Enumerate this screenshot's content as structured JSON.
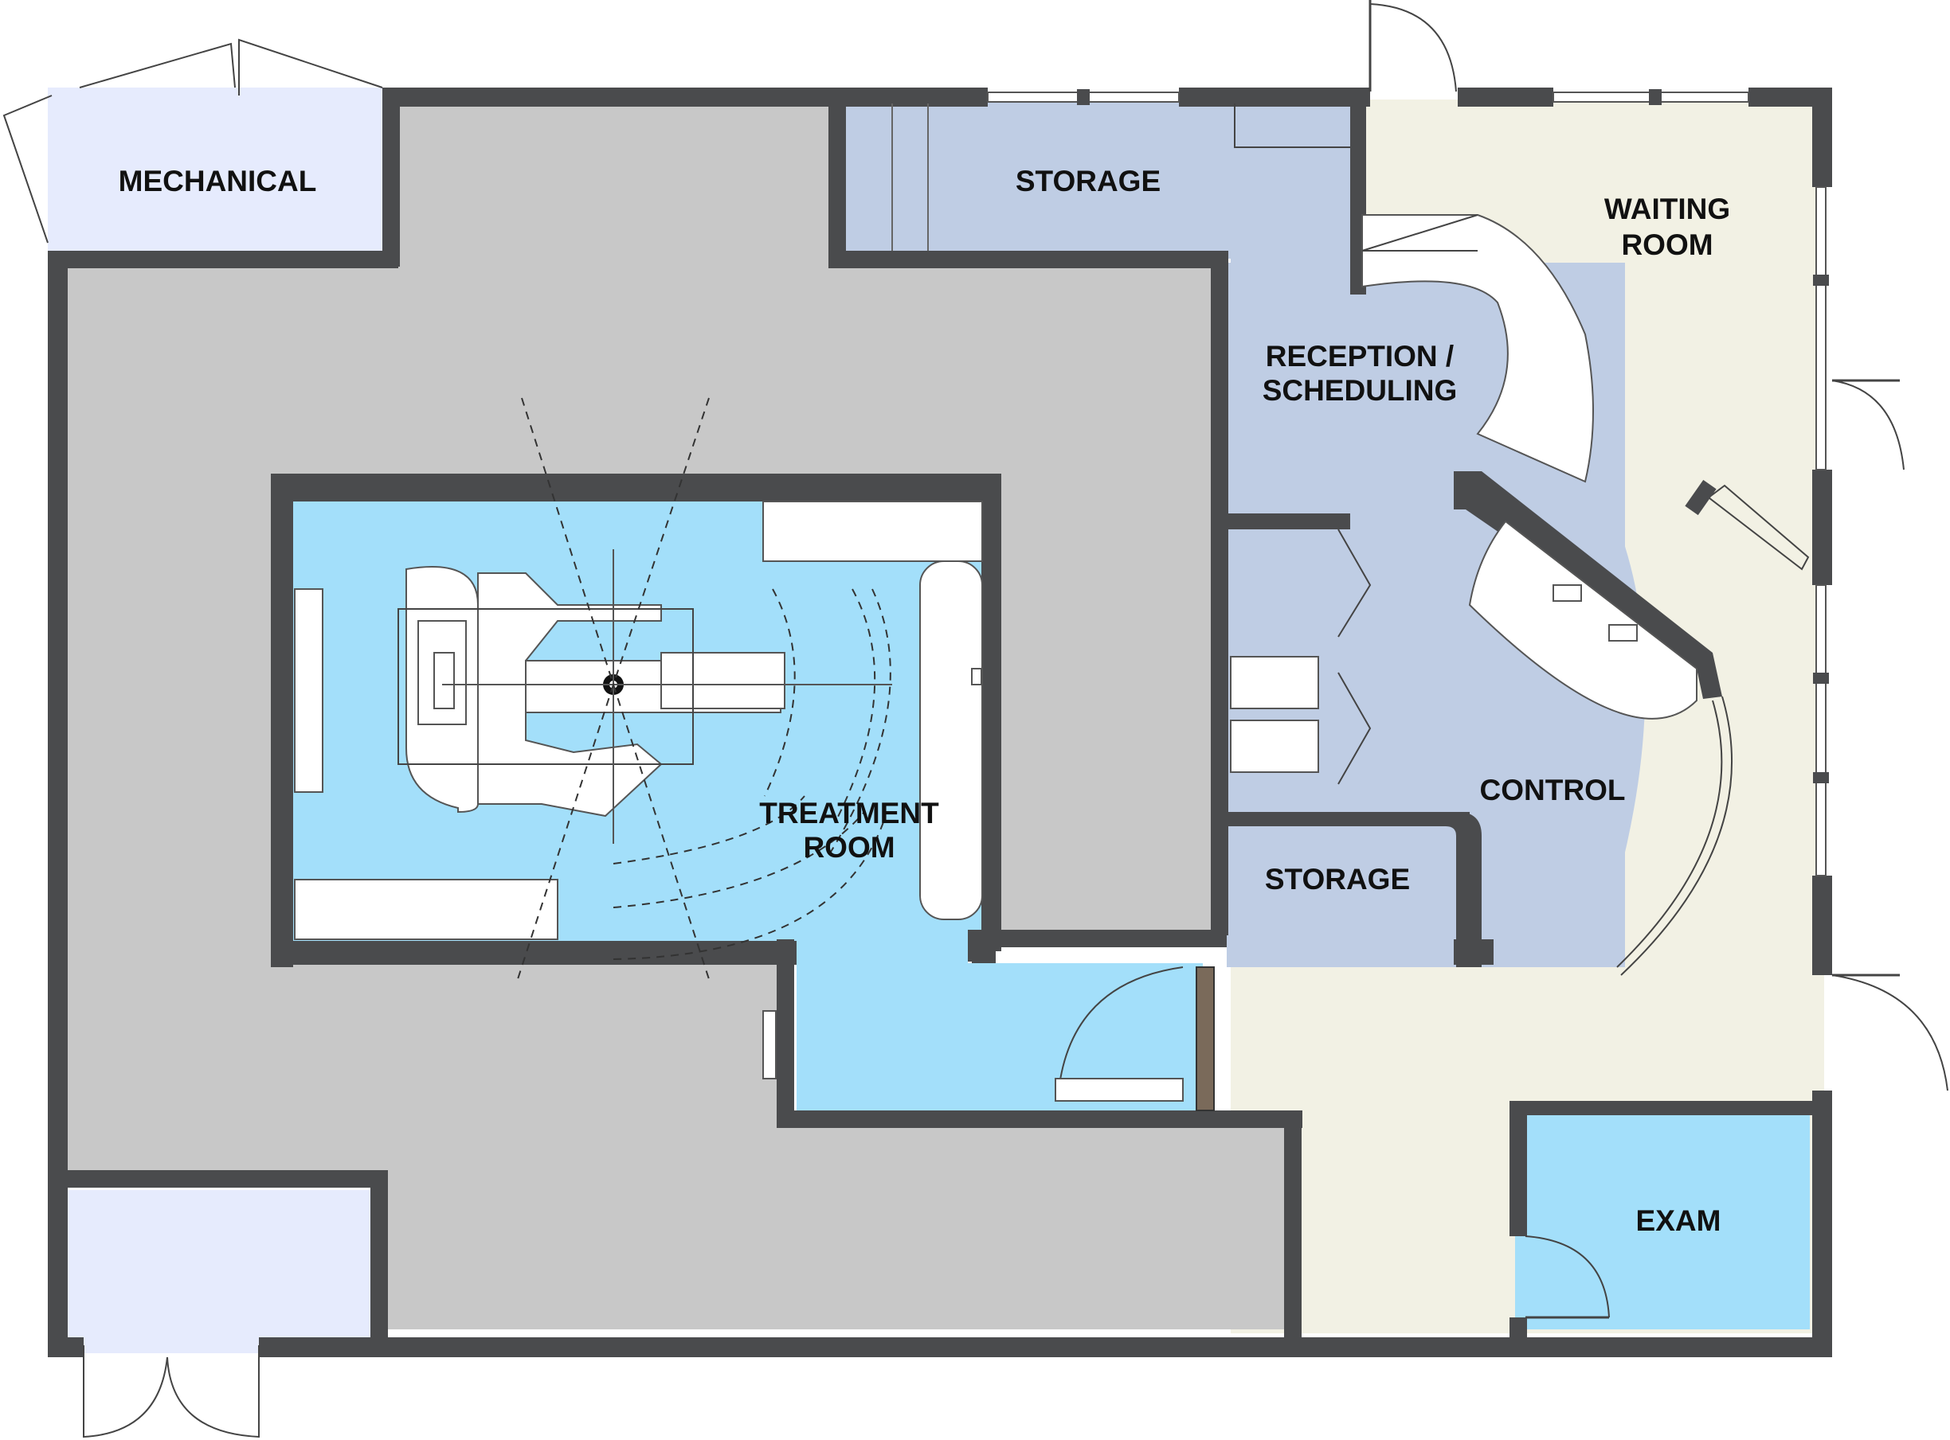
{
  "plan": {
    "rooms": [
      {
        "id": "mechanical",
        "label": "MECHANICAL"
      },
      {
        "id": "storage-top",
        "label": "STORAGE"
      },
      {
        "id": "waiting-room",
        "label": "WAITING ROOM",
        "lines": [
          "WAITING",
          "ROOM"
        ]
      },
      {
        "id": "reception",
        "label": "RECEPTION / SCHEDULING",
        "lines": [
          "RECEPTION /",
          "SCHEDULING"
        ]
      },
      {
        "id": "treatment-room",
        "label": "TREATMENT ROOM",
        "lines": [
          "TREATMENT",
          "ROOM"
        ]
      },
      {
        "id": "control",
        "label": "CONTROL"
      },
      {
        "id": "storage-bottom",
        "label": "STORAGE"
      },
      {
        "id": "exam",
        "label": "EXAM"
      }
    ],
    "colors": {
      "wall": "#4a4b4d",
      "shielding": "#c8c8c8",
      "treatment": "#a3dffa",
      "admin": "#bfcde4",
      "waiting": "#f2f1e4",
      "mechanical": "#e6ebfd",
      "exam": "#a3dffa"
    }
  }
}
